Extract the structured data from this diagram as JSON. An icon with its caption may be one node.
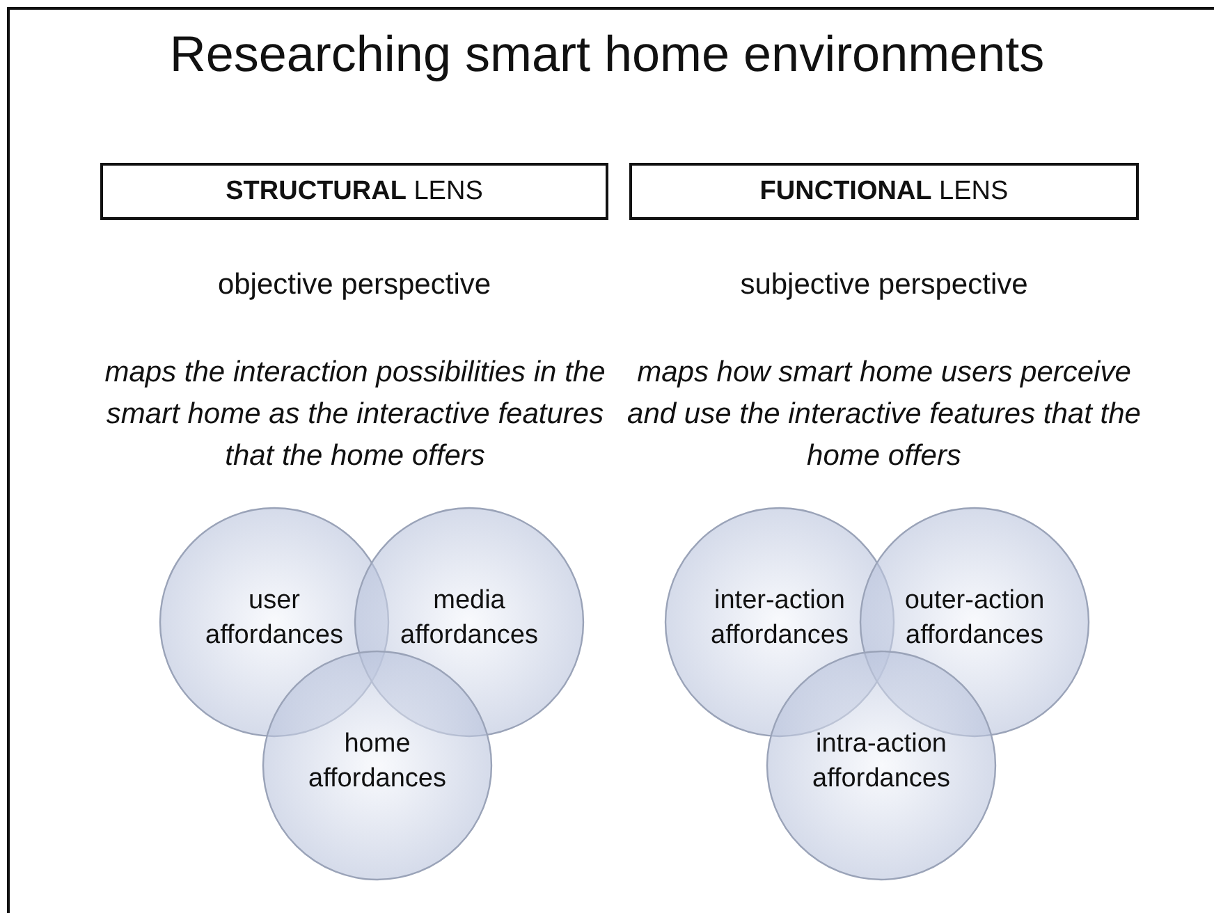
{
  "diagram": {
    "title": "Researching smart home environments",
    "nodes": [
      {
        "text": [
          "**STRUCTURAL** LENS"
        ]
      },
      {
        "text": [
          "**FUNCTIONAL** LENS"
        ]
      },
      {
        "text": [
          "user affordances"
        ]
      },
      {
        "text": [
          "media affordances"
        ]
      },
      {
        "text": [
          "home affordances"
        ]
      },
      {
        "text": [
          "inter-action affordances"
        ]
      },
      {
        "text": [
          "outer-action affordances"
        ]
      },
      {
        "text": [
          "intra-action affordances"
        ]
      }
    ],
    "labels": [
      "objective perspective",
      "subjective perspective",
      "maps the interaction possibilities in the smart home as the interactive features that the home offers",
      "maps how smart home users perceive and use the interactive features that the home offers"
    ]
  }
}
